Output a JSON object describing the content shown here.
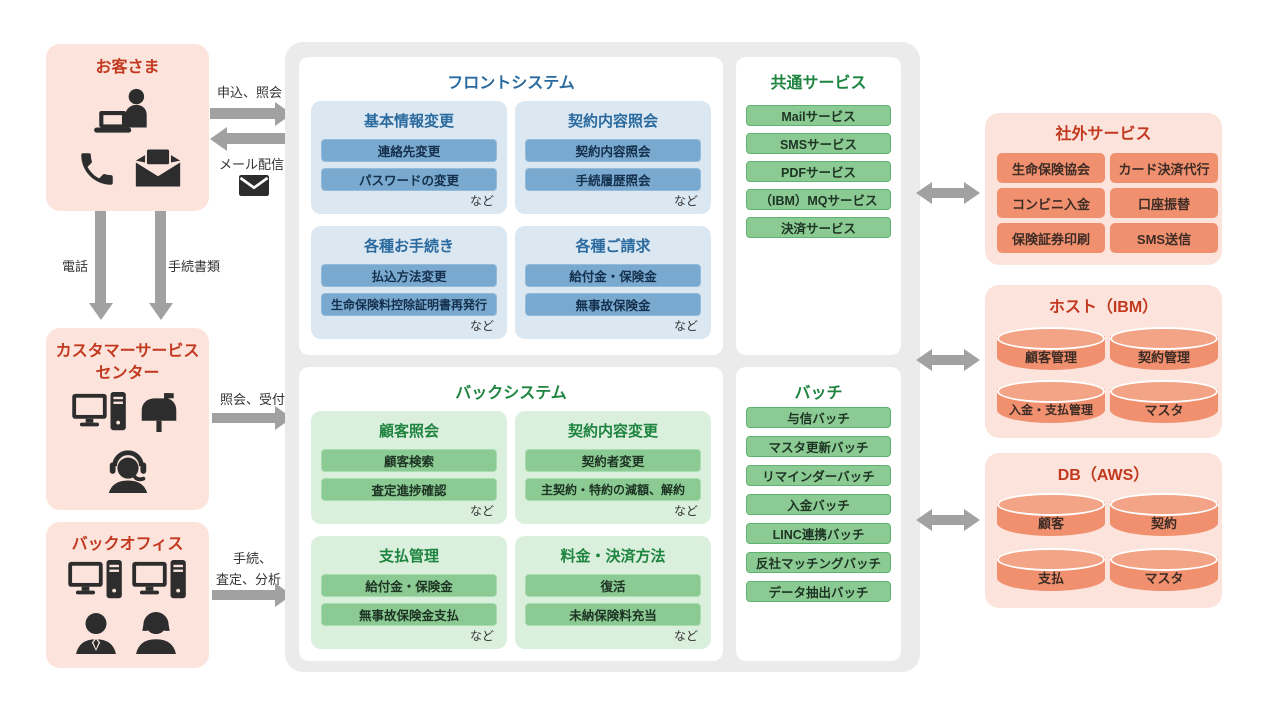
{
  "colors": {
    "pink_bg": "#fce4dc",
    "red_title": "#c2391f",
    "container_bg": "#ebebeb",
    "blue_title": "#2b6a9e",
    "light_blue": "#dbe8f2",
    "blue_button": "#7aa9d0",
    "green_title": "#1e8440",
    "light_green": "#daefdc",
    "green_button": "#8bcb93",
    "salmon_button": "#f0906f",
    "arrow_gray": "#a1a1a1",
    "icon_dark": "#2d2d2d"
  },
  "left_column": {
    "customer": {
      "title": "お客さま"
    },
    "customer_service_center": {
      "title_line1": "カスタマーサービス",
      "title_line2": "センター"
    },
    "back_office": {
      "title": "バックオフィス"
    }
  },
  "flow_labels": {
    "apply_inquiry": "申込、照会",
    "mail_delivery": "メール配信",
    "phone": "電話",
    "procedure_docs": "手続書類",
    "inquiry_reception": "照会、受付",
    "procedure": "手続、",
    "assessment_analysis": "査定、分析"
  },
  "front_system": {
    "title": "フロントシステム",
    "groups": [
      {
        "title": "基本情報変更",
        "items": [
          "連絡先変更",
          "パスワードの変更"
        ],
        "etc": "など"
      },
      {
        "title": "契約内容照会",
        "items": [
          "契約内容照会",
          "手続履歴照会"
        ],
        "etc": "など"
      },
      {
        "title": "各種お手続き",
        "items": [
          "払込方法変更",
          "生命保険料控除証明書再発行"
        ],
        "etc": "など"
      },
      {
        "title": "各種ご請求",
        "items": [
          "給付金・保険金",
          "無事故保険金"
        ],
        "etc": "など"
      }
    ]
  },
  "common_services": {
    "title": "共通サービス",
    "items": [
      "Mailサービス",
      "SMSサービス",
      "PDFサービス",
      "（IBM）MQサービス",
      "決済サービス"
    ]
  },
  "back_system": {
    "title": "バックシステム",
    "groups": [
      {
        "title": "顧客照会",
        "items": [
          "顧客検索",
          "査定進捗確認"
        ],
        "etc": "など"
      },
      {
        "title": "契約内容変更",
        "items": [
          "契約者変更",
          "主契約・特約の減額、解約"
        ],
        "etc": "など"
      },
      {
        "title": "支払管理",
        "items": [
          "給付金・保険金",
          "無事故保険金支払"
        ],
        "etc": "など"
      },
      {
        "title": "料金・決済方法",
        "items": [
          "復活",
          "未納保険料充当"
        ],
        "etc": "など"
      }
    ]
  },
  "batch": {
    "title": "バッチ",
    "items": [
      "与信バッチ",
      "マスタ更新バッチ",
      "リマインダーバッチ",
      "入金バッチ",
      "LINC連携バッチ",
      "反社マッチングバッチ",
      "データ抽出バッチ"
    ]
  },
  "external_services": {
    "title": "社外サービス",
    "items": [
      "生命保険協会",
      "カード決済代行",
      "コンビニ入金",
      "口座振替",
      "保険証券印刷",
      "SMS送信"
    ]
  },
  "host_ibm": {
    "title": "ホスト（IBM）",
    "items": [
      "顧客管理",
      "契約管理",
      "入金・支払管理",
      "マスタ"
    ]
  },
  "db_aws": {
    "title": "DB（AWS）",
    "items": [
      "顧客",
      "契約",
      "支払",
      "マスタ"
    ]
  }
}
